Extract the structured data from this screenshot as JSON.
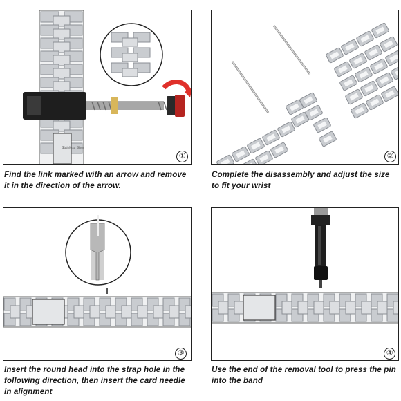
{
  "steps": [
    {
      "number": "①",
      "caption": "Find the link marked with an arrow and remove it in the direction of the arrow."
    },
    {
      "number": "②",
      "caption": "Complete the disassembly and adjust the size to fit your wrist"
    },
    {
      "number": "③",
      "caption": "Insert the round head into the strap hole in the following direction, then insert the card needle in alignment"
    },
    {
      "number": "④",
      "caption": "Use the end of the removal tool to press the pin into the band"
    }
  ],
  "band_marking": "Stainless Steel",
  "colors": {
    "metal": "#c9ccd0",
    "metal_dark": "#8a8e94",
    "tool": "#222222",
    "accent": "#e0302a"
  }
}
